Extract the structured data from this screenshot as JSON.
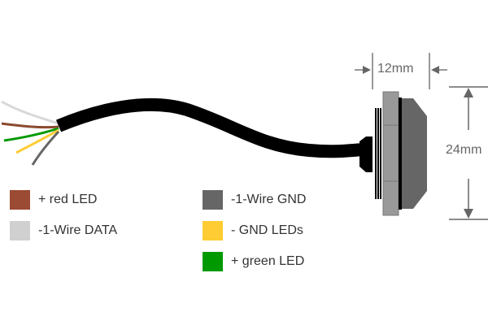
{
  "dimensions": {
    "width_label": "12mm",
    "height_label": "24mm"
  },
  "legend": [
    {
      "label": "+ red LED",
      "color": "#9b4a33"
    },
    {
      "label": "-1-Wire DATA",
      "color": "#d0d0d0"
    },
    {
      "label": "-1-Wire GND",
      "color": "#666666"
    },
    {
      "label": "- GND LEDs",
      "color": "#ffcc33"
    },
    {
      "label": "+ green LED",
      "color": "#009900"
    }
  ],
  "colors": {
    "cable": "#000000",
    "housing_front": "#999999",
    "housing_back": "#666666",
    "dimension_lines": "#666666"
  }
}
